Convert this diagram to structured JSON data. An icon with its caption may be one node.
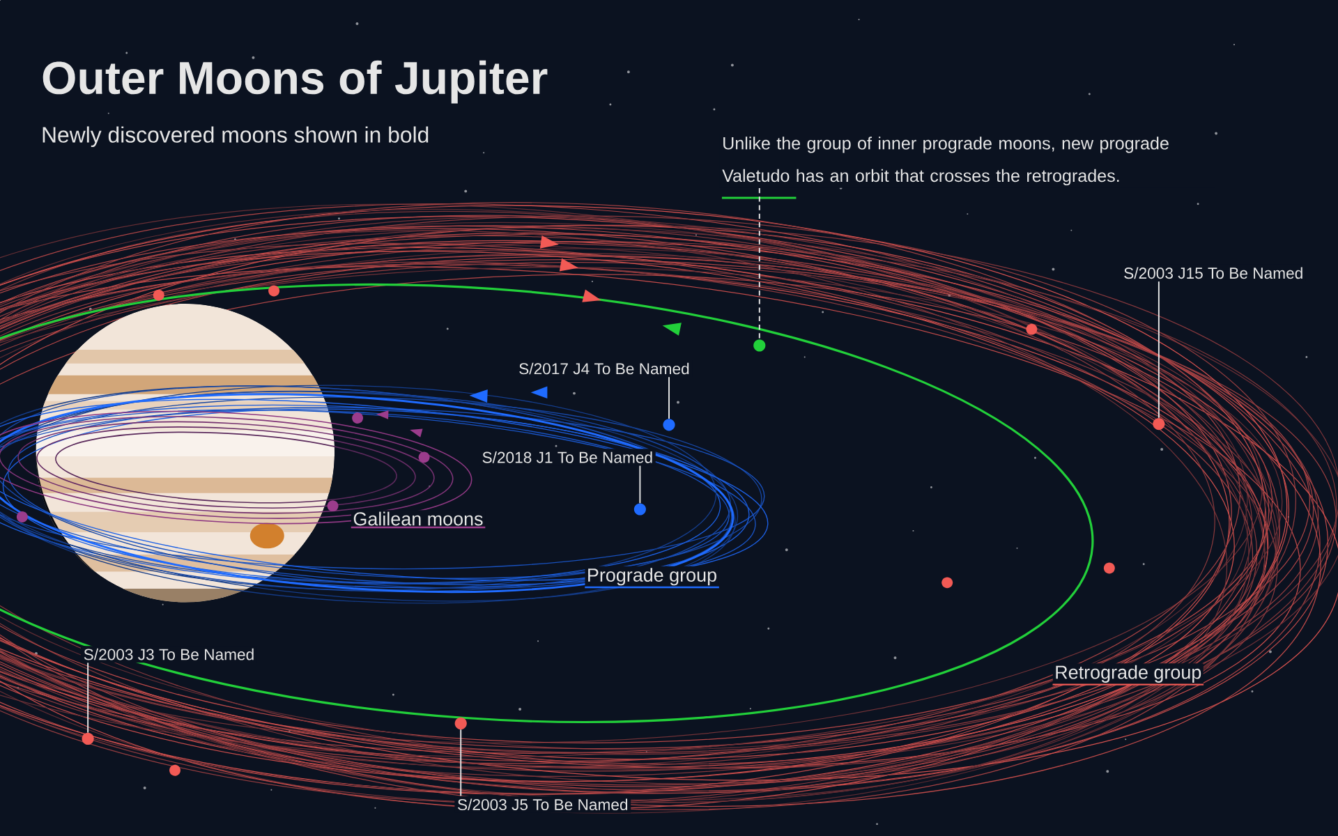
{
  "diagram": {
    "title": "Outer Moons of Jupiter",
    "nodes": [
      {
        "text": [
          "Unlike the group of inner prograde moons, new prograde Valetudo has an orbit that crosses the retrogrades."
        ]
      },
      {
        "text": [],
        "shape": "circle"
      },
      {
        "text": [
          "S/2003 J15 To Be Named"
        ]
      },
      {
        "text": [],
        "shape": "circle"
      },
      {
        "text": [
          "S/2017 J4 To Be Named"
        ]
      },
      {
        "text": [],
        "shape": "circle"
      },
      {
        "text": [
          "S/2018 J1 To Be Named"
        ]
      },
      {
        "text": [],
        "shape": "circle"
      },
      {
        "text": [
          "S/2003 J3 To Be Named"
        ]
      },
      {
        "text": [],
        "shape": "circle"
      },
      {
        "text": [
          "S/2003 J5 To Be Named"
        ]
      },
      {
        "text": [],
        "shape": "circle"
      }
    ],
    "edges": [
      {
        "from": 0,
        "to": 1,
        "arrow": "none",
        "style": "dashed"
      },
      {
        "from": 2,
        "to": 3,
        "arrow": "none"
      },
      {
        "from": 4,
        "to": 5,
        "arrow": "none"
      },
      {
        "from": 6,
        "to": 7,
        "arrow": "none"
      },
      {
        "from": 8,
        "to": 9,
        "arrow": "none"
      },
      {
        "from": 10,
        "to": 11,
        "arrow": "none"
      }
    ],
    "labels": [
      "Newly discovered moons shown in bold",
      "Galilean moons",
      "Prograde group",
      "Retrograde group"
    ]
  }
}
